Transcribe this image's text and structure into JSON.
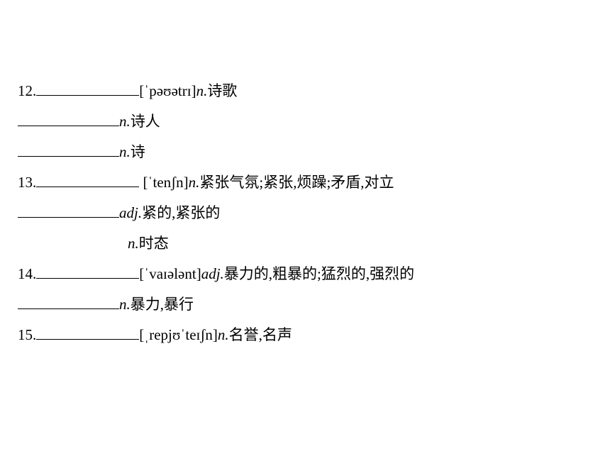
{
  "entries": [
    {
      "num": "12.",
      "phon": "[ˈpəʊətrɪ]",
      "pos": "n.",
      "meaning": "诗歌"
    },
    {
      "num": "",
      "phon": "",
      "pos": "n.",
      "meaning": "诗人"
    },
    {
      "num": "",
      "phon": "",
      "pos": "n.",
      "meaning": "诗"
    },
    {
      "num": "13.",
      "phon": " [ˈtenʃn]",
      "pos": "n.",
      "meaning": "紧张气氛;紧张,烦躁;矛盾,对立"
    },
    {
      "num": "",
      "phon": "",
      "pos": "adj.",
      "meaning": "紧的,紧张的"
    },
    {
      "num": "",
      "phon": "",
      "pos": "n.",
      "meaning": "时态"
    },
    {
      "num": "14.",
      "phon": "[ˈvaɪələnt]",
      "pos": "adj.",
      "meaning": "暴力的,粗暴的;猛烈的,强烈的"
    },
    {
      "num": "",
      "phon": "",
      "pos": "n.",
      "meaning": "暴力,暴行"
    },
    {
      "num": "15.",
      "phon": "[ˌrepjʊˈteɪʃn]",
      "pos": "n.",
      "meaning": "名誉,名声"
    }
  ]
}
